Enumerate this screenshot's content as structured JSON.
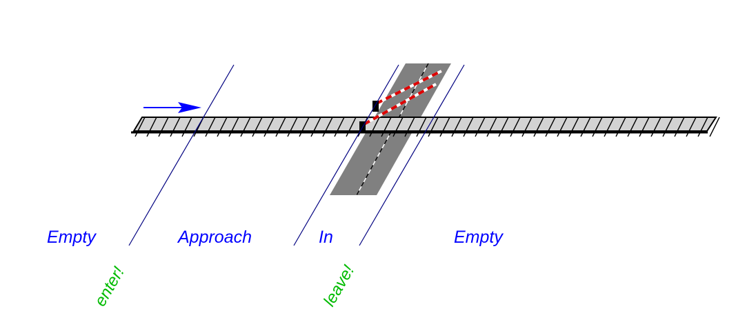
{
  "states": [
    {
      "id": "empty-left",
      "label": "Empty"
    },
    {
      "id": "approach",
      "label": "Approach"
    },
    {
      "id": "in",
      "label": "In"
    },
    {
      "id": "empty-right",
      "label": "Empty"
    }
  ],
  "events": [
    {
      "id": "enter",
      "label": "enter!"
    },
    {
      "id": "leave",
      "label": "leave!"
    }
  ],
  "colors": {
    "state_text": "#0000ff",
    "event_text": "#00bb00",
    "zone_lines": "#000080",
    "arrow": "#0000ff",
    "track_fill": "#d3d3d3",
    "track_outline": "#000000",
    "road_fill": "#808080",
    "road_centerline": "#ffffff",
    "barrier_red": "#dd0000",
    "barrier_white": "#ffffff",
    "barrier_post": "#000000"
  },
  "icons": {
    "direction": "right-arrow-icon",
    "barrier": "crossing-barrier-icon"
  }
}
